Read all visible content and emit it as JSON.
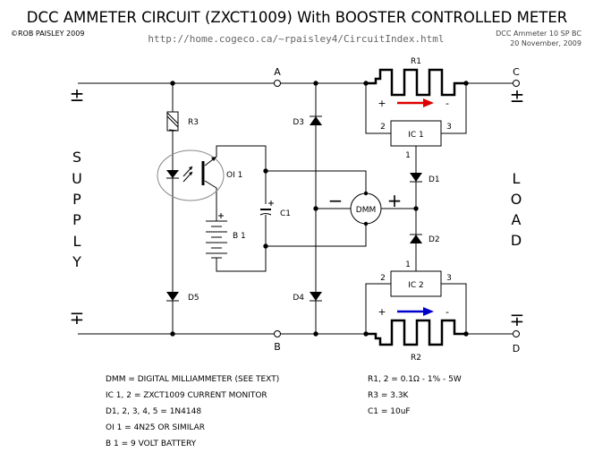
{
  "header": {
    "title": "DCC AMMETER CIRCUIT (ZXCT1009) With BOOSTER CONTROLLED METER",
    "copyright": "©ROB PAISLEY 2009",
    "url": "http://home.cogeco.ca/~rpaisley4/CircuitIndex.html",
    "doc_id": "DCC Ammeter 10 SP BC",
    "date": "20 November, 2009"
  },
  "labels": {
    "supply": [
      "S",
      "U",
      "P",
      "P",
      "L",
      "Y"
    ],
    "load": [
      "L",
      "O",
      "A",
      "D"
    ],
    "plus_minus": "±",
    "minus_plus": "∓",
    "A": "A",
    "B": "B",
    "C": "C",
    "D": "D",
    "R1": "R1",
    "R2": "R2",
    "R3": "R3",
    "D1": "D1",
    "D2": "D2",
    "D3": "D3",
    "D4": "D4",
    "D5": "D5",
    "C1": "C1",
    "B1": "B 1",
    "OI1": "OI 1",
    "IC1": "IC 1",
    "IC2": "IC 2",
    "DMM": "DMM",
    "pin1": "1",
    "pin2": "2",
    "pin3": "3",
    "plus": "+",
    "minus": "−",
    "small_minus": "-"
  },
  "colors": {
    "r1_arrow": "#dd0000",
    "r2_arrow": "#0000cc",
    "ellipse": "#888888"
  },
  "notes_left": [
    "DMM = DIGITAL MILLIAMMETER (SEE TEXT)",
    "IC 1, 2 = ZXCT1009 CURRENT MONITOR",
    "D1, 2, 3, 4, 5 = 1N4148",
    "OI 1 = 4N25 OR SIMILAR",
    "B 1 = 9 VOLT BATTERY"
  ],
  "notes_right": [
    "R1, 2 = 0.1Ω - 1% - 5W",
    "R3 = 3.3K",
    "C1 = 10uF"
  ]
}
